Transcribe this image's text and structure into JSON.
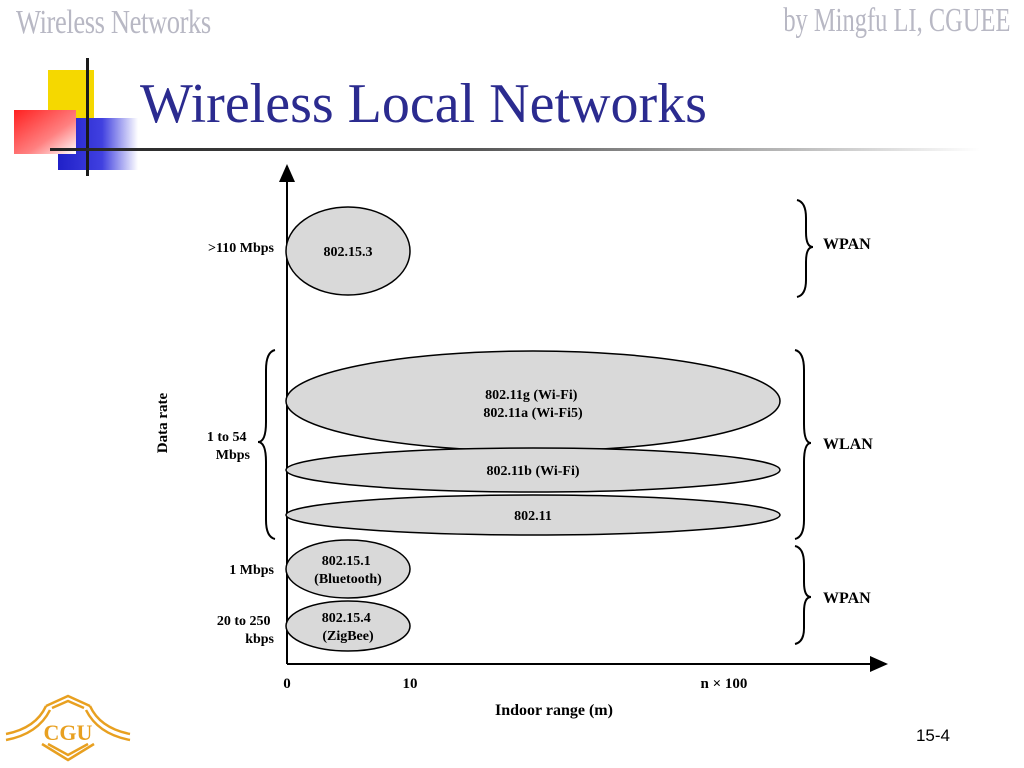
{
  "header": {
    "course": "Wireless Networks",
    "author": "by Mingfu LI, CGUEE"
  },
  "slide": {
    "title": "Wireless Local Networks",
    "page_number": "15-4"
  },
  "diagram": {
    "y_axis_label": "Data rate",
    "x_axis_label": "Indoor range (m)",
    "x_ticks": [
      "0",
      "10",
      "n × 100"
    ],
    "rate_labels": [
      [
        ">110 Mbps"
      ],
      [
        "1 to 54",
        "Mbps"
      ],
      [
        "1 Mbps"
      ],
      [
        "20 to 250",
        "kbps"
      ]
    ],
    "standards": [
      [
        "802.15.3"
      ],
      [
        "802.11g (Wi-Fi)",
        "802.11a (Wi-Fi5)"
      ],
      [
        "802.11b (Wi-Fi)"
      ],
      [
        "802.11"
      ],
      [
        "802.15.1",
        "(Bluetooth)"
      ],
      [
        "802.15.4",
        "(ZigBee)"
      ]
    ],
    "network_groups": [
      "WPAN",
      "WLAN",
      "WPAN"
    ]
  },
  "logo": {
    "text": "CGU"
  },
  "colors": {
    "title": "#2b2b8f",
    "header": "#b8b8c4",
    "ellipse_fill": "#d9d9d9",
    "logo": "#e8a020"
  }
}
